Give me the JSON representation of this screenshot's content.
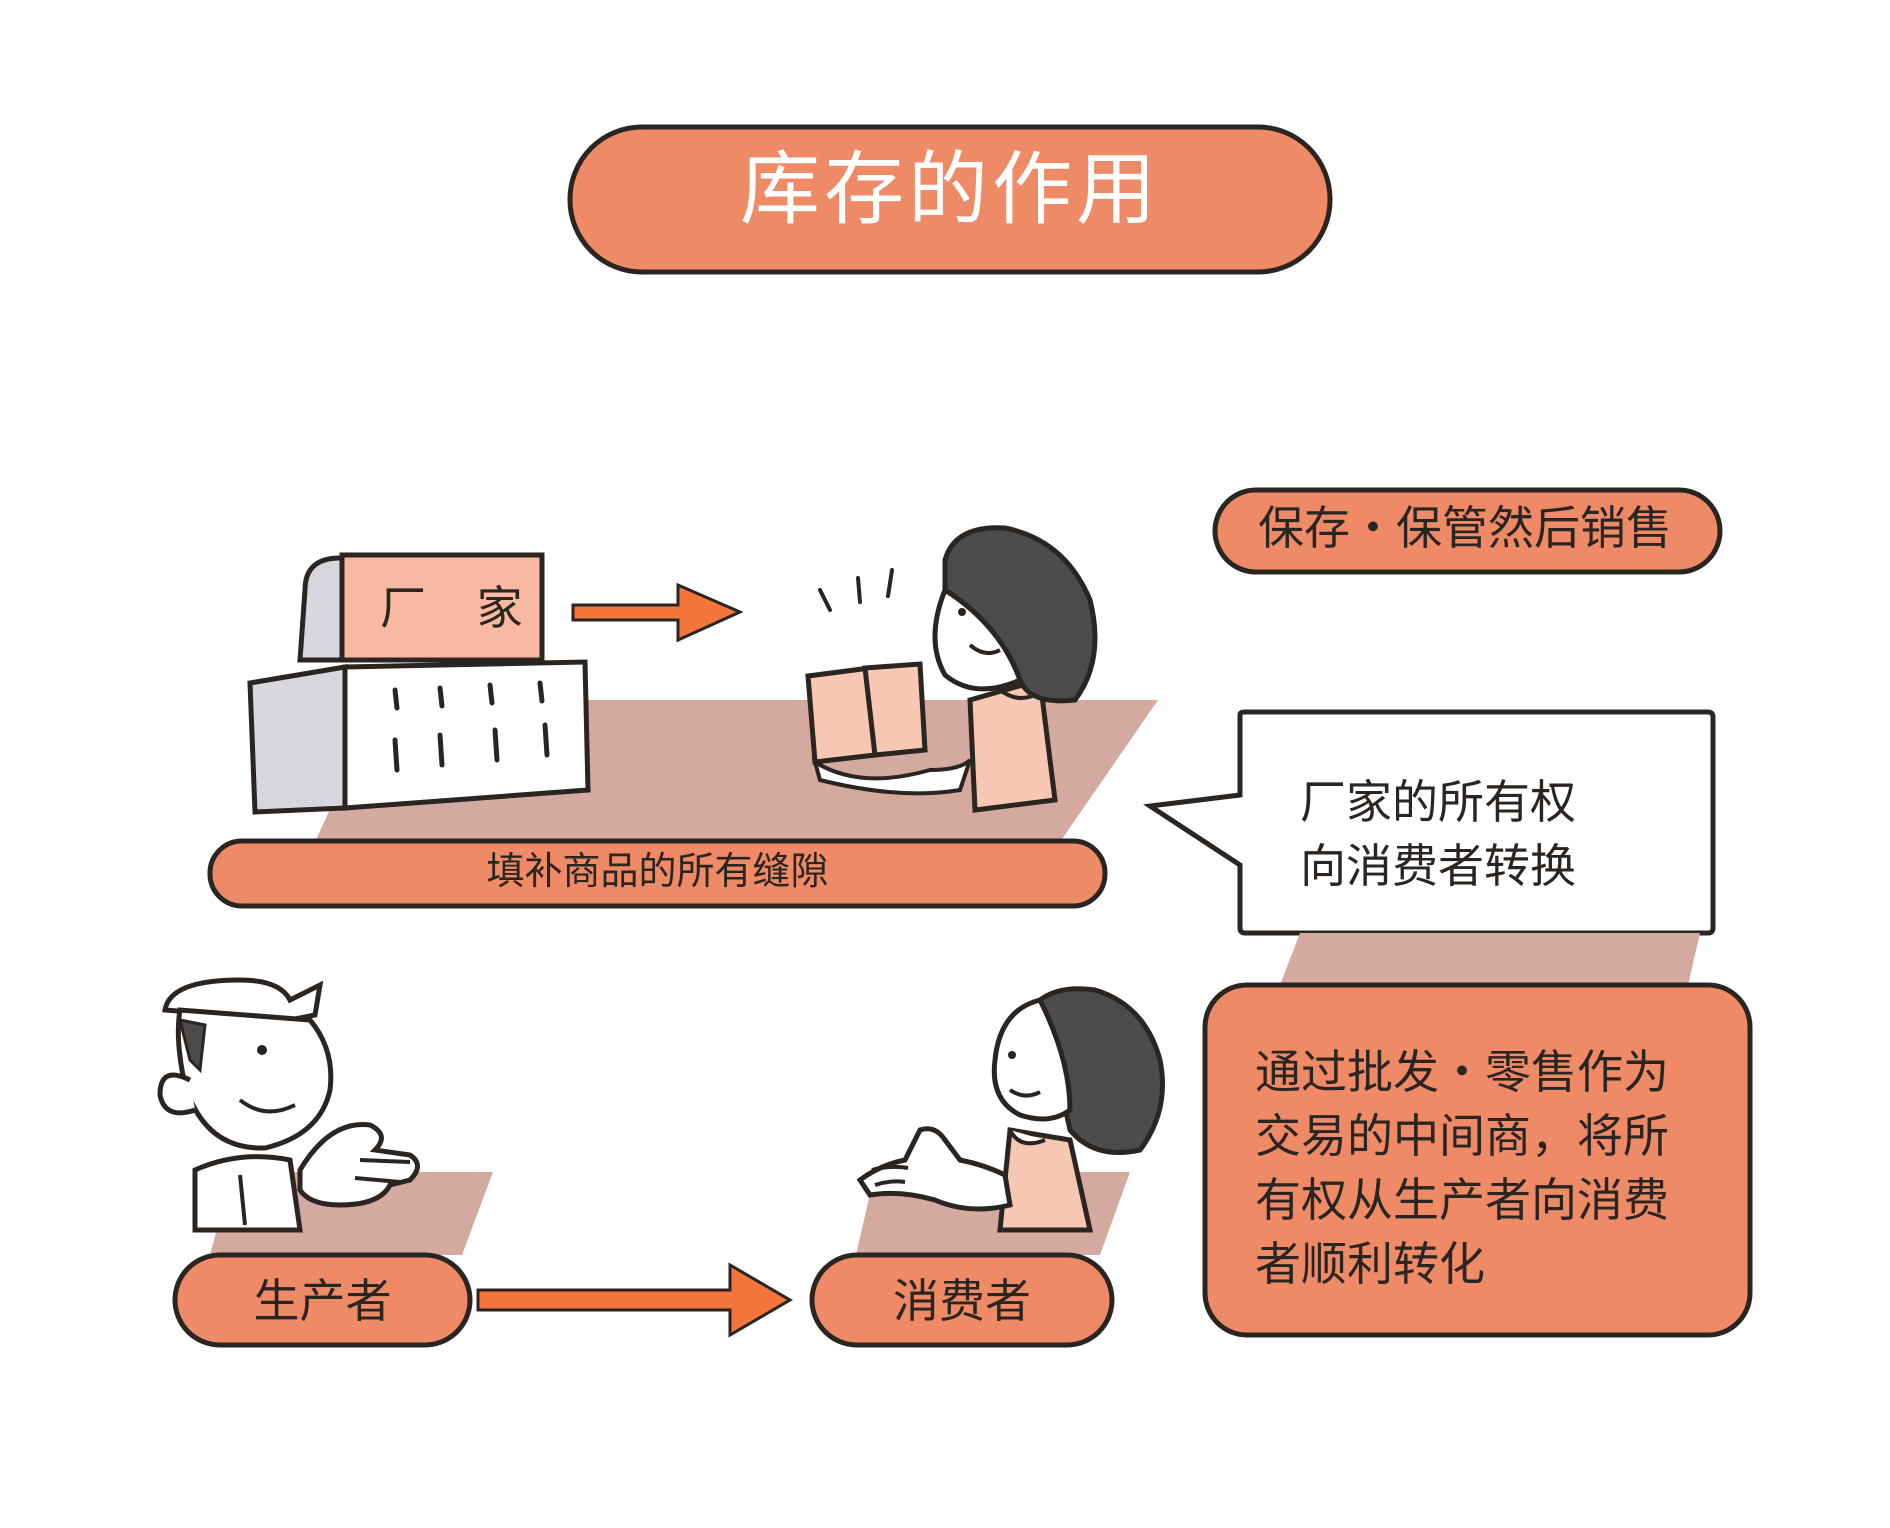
{
  "title": "库存的作用",
  "labels": {
    "storage": "保存・保管然后销售",
    "manufacturer": "厂 家",
    "fill_gaps": "填补商品的所有缝隙",
    "ownership": "厂家的所有权\n向消费者转换",
    "producer": "生产者",
    "consumer": "消费者",
    "description": "通过批发・零售作为\n交易的中间商，将所\n有权从生产者向消费\n者顺利转化"
  },
  "colors": {
    "orange": "#ef8a67",
    "arrow": "#f5763d",
    "platform": "#d4aaa0",
    "skin": "#f8c7b4",
    "outline": "#2b2522",
    "hair": "#4b4b4b"
  }
}
